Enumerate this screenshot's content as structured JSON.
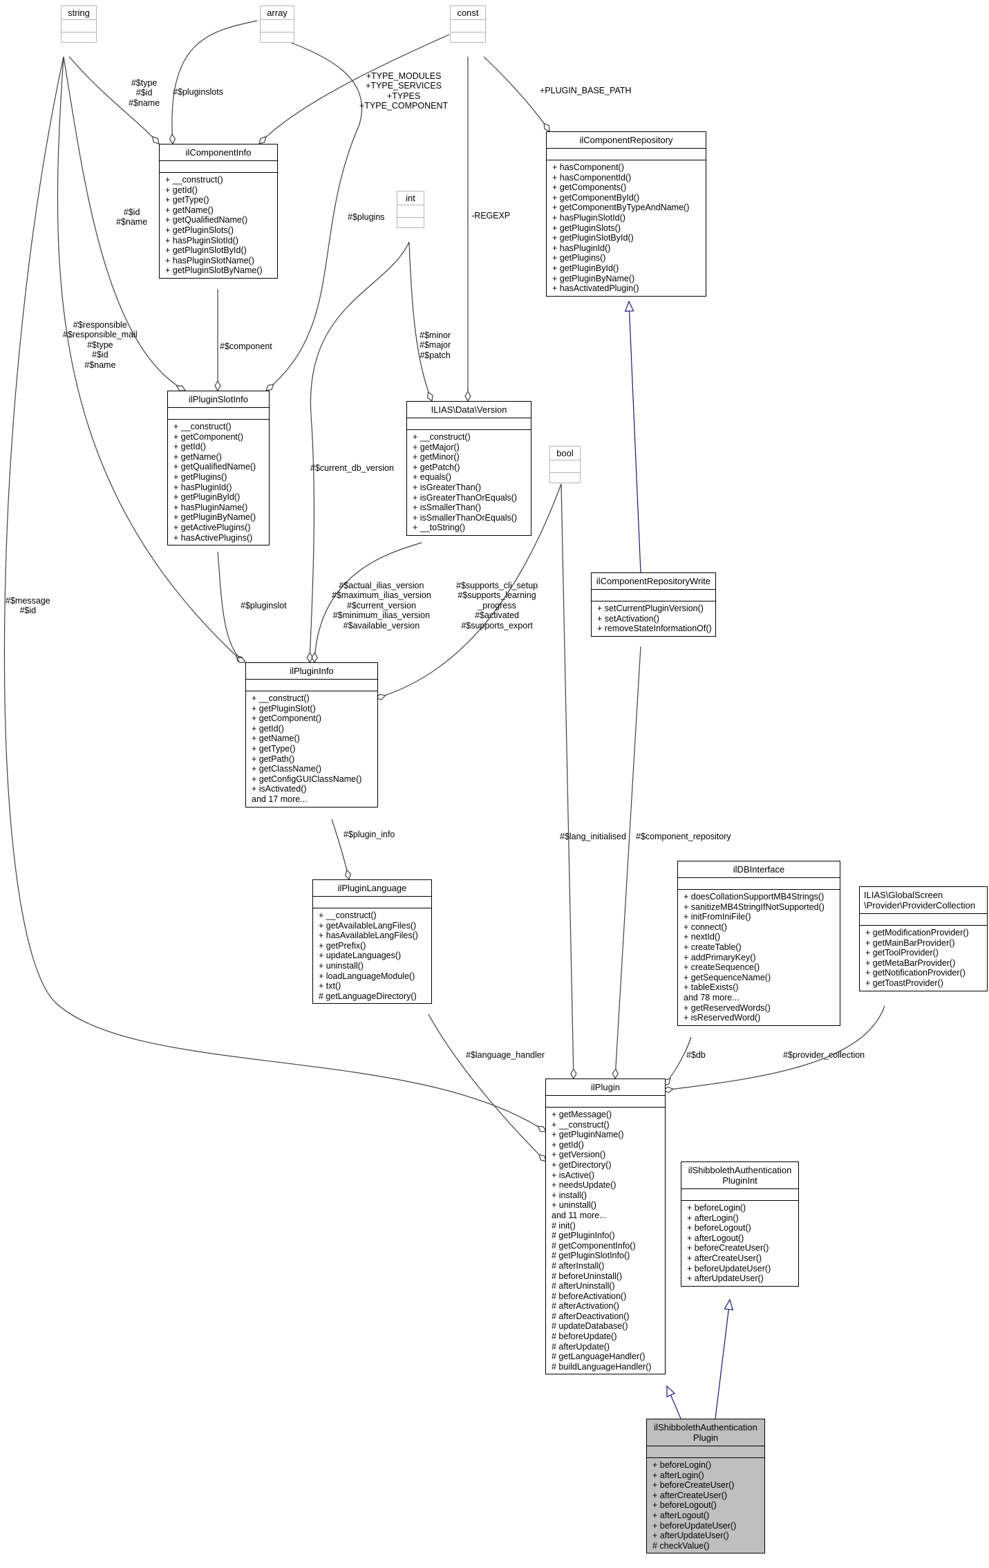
{
  "classes": {
    "string": {
      "title": "string",
      "methods": []
    },
    "array": {
      "title": "array",
      "methods": []
    },
    "const": {
      "title": "const",
      "methods": []
    },
    "int": {
      "title": "int",
      "methods": []
    },
    "bool": {
      "title": "bool",
      "methods": []
    },
    "ilComponentInfo": {
      "title": "ilComponentInfo",
      "methods": [
        "+ __construct()",
        "+ getId()",
        "+ getType()",
        "+ getName()",
        "+ getQualifiedName()",
        "+ getPluginSlots()",
        "+ hasPluginSlotId()",
        "+ getPluginSlotById()",
        "+ hasPluginSlotName()",
        "+ getPluginSlotByName()"
      ]
    },
    "ilComponentRepository": {
      "title": "ilComponentRepository",
      "methods": [
        "+ hasComponent()",
        "+ hasComponentId()",
        "+ getComponents()",
        "+ getComponentById()",
        "+ getComponentByTypeAndName()",
        "+ hasPluginSlotId()",
        "+ getPluginSlots()",
        "+ getPluginSlotById()",
        "+ hasPluginId()",
        "+ getPlugins()",
        "+ getPluginById()",
        "+ getPluginByName()",
        "+ hasActivatedPlugin()"
      ]
    },
    "ilPluginSlotInfo": {
      "title": "ilPluginSlotInfo",
      "methods": [
        "+ __construct()",
        "+ getComponent()",
        "+ getId()",
        "+ getName()",
        "+ getQualifiedName()",
        "+ getPlugins()",
        "+ hasPluginId()",
        "+ getPluginById()",
        "+ hasPluginName()",
        "+ getPluginByName()",
        "+ getActivePlugins()",
        "+ hasActivePlugins()"
      ]
    },
    "Version": {
      "title": "ILIAS\\Data\\Version",
      "methods": [
        "+ __construct()",
        "+ getMajor()",
        "+ getMinor()",
        "+ getPatch()",
        "+ equals()",
        "+ isGreaterThan()",
        "+ isGreaterThanOrEquals()",
        "+ isSmallerThan()",
        "+ isSmallerThanOrEquals()",
        "+ __toString()"
      ]
    },
    "ilComponentRepositoryWrite": {
      "title": "ilComponentRepositoryWrite",
      "methods": [
        "+ setCurrentPluginVersion()",
        "+ setActivation()",
        "+ removeStateInformationOf()"
      ]
    },
    "ilPluginInfo": {
      "title": "ilPluginInfo",
      "methods": [
        "+ __construct()",
        "+ getPluginSlot()",
        "+ getComponent()",
        "+ getId()",
        "+ getName()",
        "+ getType()",
        "+ getPath()",
        "+ getClassName()",
        "+ getConfigGUIClassName()",
        "+ isActivated()",
        "and 17 more..."
      ]
    },
    "ilPluginLanguage": {
      "title": "ilPluginLanguage",
      "methods": [
        "+ __construct()",
        "+ getAvailableLangFiles()",
        "+ hasAvailableLangFiles()",
        "+ getPrefix()",
        "+ updateLanguages()",
        "+ uninstall()",
        "+ loadLanguageModule()",
        "+ txt()",
        "# getLanguageDirectory()"
      ]
    },
    "ilDBInterface": {
      "title": "ilDBInterface",
      "methods": [
        "+ doesCollationSupportMB4Strings()",
        "+ sanitizeMB4StringIfNotSupported()",
        "+ initFromIniFile()",
        "+ connect()",
        "+ nextId()",
        "+ createTable()",
        "+ addPrimaryKey()",
        "+ createSequence()",
        "+ getSequenceName()",
        "+ tableExists()",
        "and 78 more...",
        "+ getReservedWords()",
        "+ isReservedWord()"
      ]
    },
    "ProviderCollection": {
      "title": "ILIAS\\GlobalScreen\n\\Provider\\ProviderCollection",
      "methods": [
        "+ getModificationProvider()",
        "+ getMainBarProvider()",
        "+ getToolProvider()",
        "+ getMetaBarProvider()",
        "+ getNotificationProvider()",
        "+ getToastProvider()"
      ]
    },
    "ilPlugin": {
      "title": "ilPlugin",
      "methods": [
        "+ getMessage()",
        "+ __construct()",
        "+ getPluginName()",
        "+ getId()",
        "+ getVersion()",
        "+ getDirectory()",
        "+ isActive()",
        "+ needsUpdate()",
        "+ install()",
        "+ uninstall()",
        "and 11 more...",
        "# init()",
        "# getPluginInfo()",
        "# getComponentInfo()",
        "# getPluginSlotInfo()",
        "# afterInstall()",
        "# beforeUninstall()",
        "# afterUninstall()",
        "# beforeActivation()",
        "# afterActivation()",
        "# afterDeactivation()",
        "# updateDatabase()",
        "# beforeUpdate()",
        "# afterUpdate()",
        "# getLanguageHandler()",
        "# buildLanguageHandler()"
      ]
    },
    "ilShibbolethAuthenticationPluginInt": {
      "title": "ilShibbolethAuthentication\nPluginInt",
      "methods": [
        "+ beforeLogin()",
        "+ afterLogin()",
        "+ beforeLogout()",
        "+ afterLogout()",
        "+ beforeCreateUser()",
        "+ afterCreateUser()",
        "+ beforeUpdateUser()",
        "+ afterUpdateUser()"
      ]
    },
    "ilShibbolethAuthenticationPlugin": {
      "title": "ilShibbolethAuthentication\nPlugin",
      "methods": [
        "+ beforeLogin()",
        "+ afterLogin()",
        "+ beforeCreateUser()",
        "+ afterCreateUser()",
        "+ beforeLogout()",
        "+ afterLogout()",
        "+ beforeUpdateUser()",
        "+ afterUpdateUser()",
        "# checkValue()"
      ]
    }
  },
  "edge_labels": {
    "type_id_name": "#$type\n#$id\n#$name",
    "pluginslots": "#$pluginslots",
    "type_constants": "+TYPE_MODULES\n+TYPE_SERVICES\n+TYPES\n+TYPE_COMPONENT",
    "plugin_base_path": "+PLUGIN_BASE_PATH",
    "id_name": "#$id\n#$name",
    "plugins": "#$plugins",
    "regexp": "-REGEXP",
    "version_parts": "#$minor\n#$major\n#$patch",
    "component": "#$component",
    "responsible": "#$responsible\n#$responsible_mail\n#$type\n#$id\n#$name",
    "current_db_version": "#$current_db_version",
    "message_id": "#$message\n#$id",
    "versions": "#$actual_ilias_version\n#$maximum_ilias_version\n#$current_version\n#$minimum_ilias_version\n#$available_version",
    "supports": "#$supports_cli_setup\n#$supports_learning\n_progress\n#$activated\n#$supports_export",
    "pluginslot": "#$pluginslot",
    "plugin_info": "#$plugin_info",
    "lang_initialised": "#$lang_initialised",
    "component_repository": "#$component_repository",
    "language_handler": "#$language_handler",
    "db": "#$db",
    "provider_collection": "#$provider_collection"
  }
}
